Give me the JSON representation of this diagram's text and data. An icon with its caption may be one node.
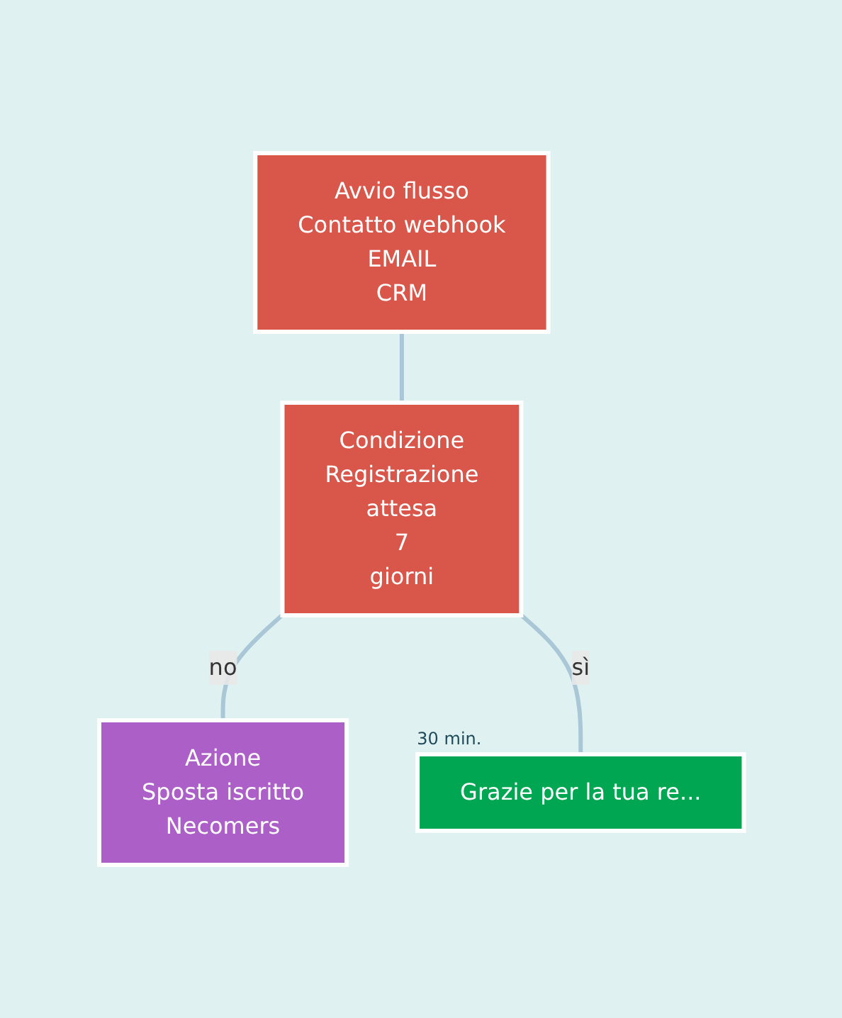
{
  "diagram": {
    "nodes": [
      {
        "text": [
          "Avvio flusso",
          "Contatto webhook",
          "EMAIL",
          "CRM"
        ]
      },
      {
        "text": [
          "Condizione",
          "Registrazione",
          "attesa",
          "7",
          "giorni"
        ]
      },
      {
        "text": [
          "Azione",
          "Sposta iscritto",
          "Necomers"
        ]
      },
      {
        "text": [
          "Grazie per la tua re..."
        ],
        "beside": [
          "30 min."
        ]
      }
    ],
    "edges": [
      {
        "from": 0,
        "to": 1,
        "arrow": "none"
      },
      {
        "from": 1,
        "to": 2,
        "label": "no",
        "arrow": "none"
      },
      {
        "from": 1,
        "to": 3,
        "label": "sì",
        "arrow": "none"
      }
    ]
  }
}
